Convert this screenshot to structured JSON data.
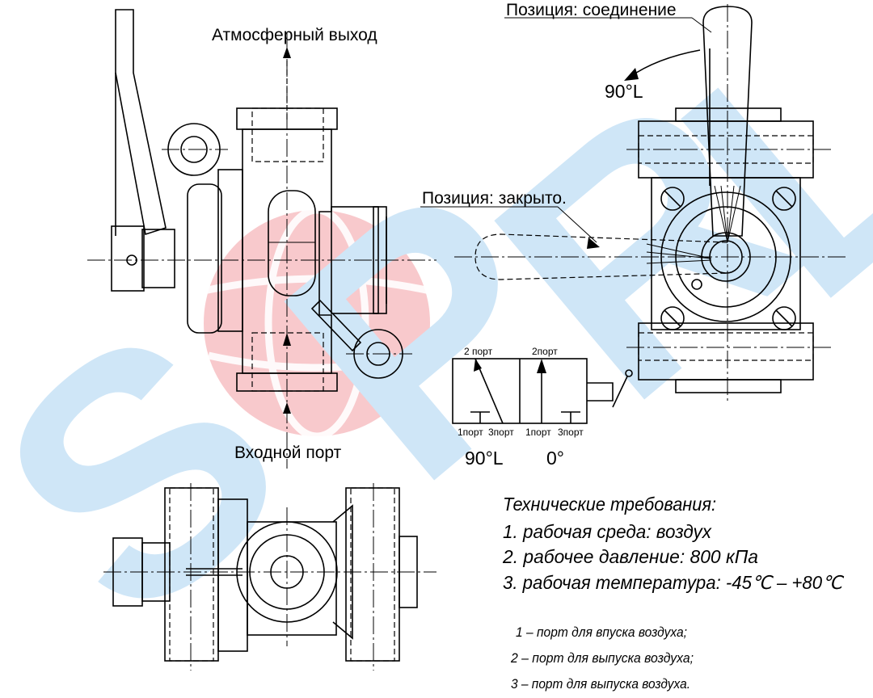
{
  "watermark": {
    "letters": [
      "S",
      "P",
      "R",
      "L"
    ],
    "colors": {
      "blue": "#cfe6f7",
      "red": "#f8c9cc"
    }
  },
  "labels": {
    "atmospheric_outlet": "Атмосферный выход",
    "inlet_port": "Входной порт",
    "position_connected": "Позиция: соединение",
    "position_closed": "Позиция: закрыто.",
    "angle_90_right": "90°L"
  },
  "schematic": {
    "port2_left": "2 порт",
    "port2_right": "2порт",
    "bottom_ports": [
      "1порт",
      "3порт",
      "1порт",
      "3порт"
    ],
    "angle_left": "90°L",
    "angle_right": "0°"
  },
  "requirements": {
    "title": "Технические требования:",
    "items": [
      "1. рабочая среда: воздух",
      "2. рабочее давление: 800 кПа",
      "3. рабочая температура: -45℃ – +80℃"
    ]
  },
  "port_notes": [
    "1 – порт для впуска воздуха;",
    "2 – порт для выпуска воздуха;",
    "3 – порт для выпуска воздуха."
  ]
}
